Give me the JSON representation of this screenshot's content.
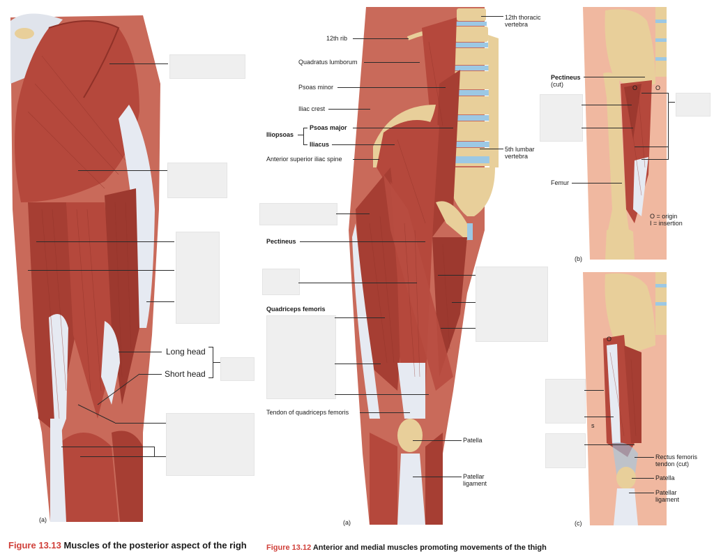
{
  "figure_13_13": {
    "panel_letter": "(a)",
    "labels": {
      "long_head": "Long head",
      "short_head": "Short head"
    },
    "caption_fig": "Figure 13.13",
    "caption_text": "Muscles of the posterior aspect of the righ"
  },
  "figure_13_12": {
    "panel_a_letter": "(a)",
    "labels": {
      "rib12": "12th rib",
      "quadratus": "Quadratus lumborum",
      "psoas_minor": "Psoas minor",
      "iliac_crest": "Iliac crest",
      "iliopsoas": "Iliopsoas",
      "psoas_major": "Psoas major",
      "iliacus": "Iliacus",
      "asis": "Anterior superior iliac spine",
      "pectineus": "Pectineus",
      "quadriceps": "Quadriceps femoris",
      "tendon_quad": "Tendon of quadriceps femoris",
      "patella": "Patella",
      "patellar_ligament": "Patellar ligament",
      "thoracic12": "12th thoracic vertebra",
      "lumbar5": "5th lumbar vertebra"
    },
    "panel_b": {
      "letter": "(b)",
      "pectineus_cut": "Pectineus",
      "pectineus_cut_sub": "(cut)",
      "femur": "Femur",
      "origin_key": "O = origin",
      "insertion_key": "I  = insertion",
      "o_marker": "O"
    },
    "panel_c": {
      "letter": "(c)",
      "rectus_tendon": "Rectus femoris tendon (cut)",
      "patella": "Patella",
      "patellar_ligament": "Patellar ligament",
      "o_marker": "O",
      "partial_s": "s"
    },
    "caption_fig": "Figure 13.12",
    "caption_text": "Anterior and medial muscles promoting movements of the thigh"
  },
  "colors": {
    "muscle": "#b5483c",
    "muscle_dark": "#8f3128",
    "tendon": "#e6eaf2",
    "bone": "#e8cf9a",
    "disc": "#9cc8e4",
    "caption_red": "#d0403a"
  }
}
